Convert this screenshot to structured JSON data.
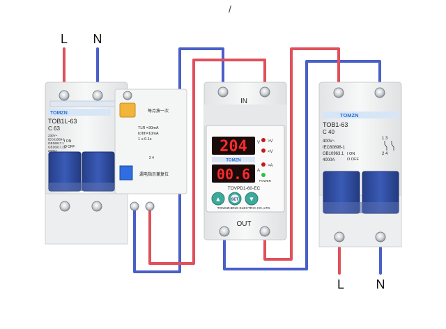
{
  "colors": {
    "live_wire": "#e0505a",
    "neutral_wire": "#4a5fc8",
    "breaker_body": "#f1f2f2",
    "handle": "#2f4da0",
    "display_red": "#ff2a2a",
    "display_bg": "#1a0a0a",
    "button_teal": "#3ea89a",
    "brand": "#2a6fd0",
    "test_button": "#f3b43a"
  },
  "top_mark": "/",
  "labels": {
    "l_in": "L",
    "n_in": "N",
    "l_out": "L",
    "n_out": "N",
    "in": "IN",
    "out": "OUT"
  },
  "rcbo": {
    "brand": "TOMZN",
    "model": "TOB1L-63",
    "rating": "C 63",
    "spec_lines": [
      "230V~",
      "IEC61009-1",
      "GB16917.1",
      "GB16917.22",
      "2000A"
    ],
    "switch_on": "I ON",
    "switch_off": "O OFF",
    "rating_block": [
      "TLR =30mA",
      "Ic/Ith=10mA",
      "1 ≤ 0.1s"
    ],
    "test_text": "每月按一次",
    "leak_text": "漏电指示兼复位",
    "terminals": "2 4"
  },
  "protector": {
    "voltage": "204",
    "current": "00.6",
    "v_unit": "V",
    "a_unit": "A",
    "brand": "TOMZN",
    "indicators": [
      ">V",
      "<V",
      ">A",
      "POWER"
    ],
    "buttons": [
      "▲",
      "SET",
      "▼"
    ],
    "model": "TOVPD1-60-EC",
    "maker": "TONGZHENG ELECTRIC CO.,LTD."
  },
  "mcb": {
    "brand": "TOMZN",
    "model": "TOB1-63",
    "rating": "C 40",
    "spec_lines": [
      "400V~",
      "IEC60898-1",
      "GB10963.1",
      "4000A"
    ],
    "switch_on": "I ON",
    "switch_off": "O OFF",
    "terminals_top": "1 3",
    "terminals_bottom": "2 4"
  }
}
